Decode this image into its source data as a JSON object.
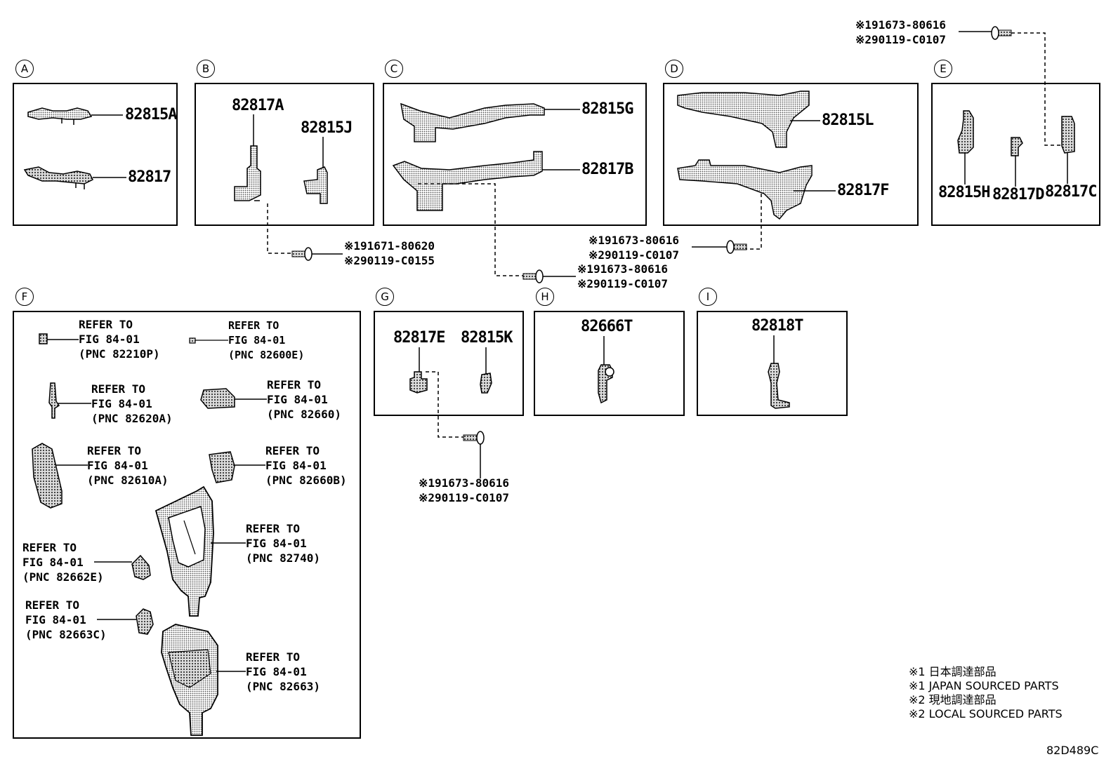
{
  "sections": {
    "A": "A",
    "B": "B",
    "C": "C",
    "D": "D",
    "E": "E",
    "F": "F",
    "G": "G",
    "H": "H",
    "I": "I"
  },
  "parts": {
    "p82815A": "82815A",
    "p82817": "82817",
    "p82817A": "82817A",
    "p82815J": "82815J",
    "p82815G": "82815G",
    "p82817B": "82817B",
    "p82815L": "82815L",
    "p82817F": "82817F",
    "p82815H": "82815H",
    "p82817D": "82817D",
    "p82817C": "82817C",
    "p82817E": "82817E",
    "p82815K": "82815K",
    "p82666T": "82666T",
    "p82818T": "82818T"
  },
  "screws": {
    "top_e": [
      "※191673-80616",
      "※290119-C0107"
    ],
    "b": [
      "※191671-80620",
      "※290119-C0155"
    ],
    "d": [
      "※191673-80616",
      "※290119-C0107"
    ],
    "c": [
      "※191673-80616",
      "※290119-C0107"
    ],
    "g": [
      "※191673-80616",
      "※290119-C0107"
    ]
  },
  "refs": {
    "r1": [
      "REFER TO",
      "FIG 84-01",
      "(PNC 82210P)"
    ],
    "r2": [
      "REFER TO",
      "FIG 84-01",
      "(PNC 82600E)"
    ],
    "r3": [
      "REFER TO",
      "FIG 84-01",
      "(PNC 82620A)"
    ],
    "r4": [
      "REFER TO",
      "FIG 84-01",
      "(PNC 82660)"
    ],
    "r5": [
      "REFER TO",
      "FIG 84-01",
      "(PNC 82610A)"
    ],
    "r6": [
      "REFER TO",
      "FIG 84-01",
      "(PNC 82660B)"
    ],
    "r7": [
      "REFER TO",
      "FIG 84-01",
      "(PNC 82740)"
    ],
    "r8": [
      "REFER TO",
      "FIG 84-01",
      "(PNC 82662E)"
    ],
    "r9": [
      "REFER TO",
      "FIG 84-01",
      "(PNC 82663C)"
    ],
    "r10": [
      "REFER TO",
      "FIG 84-01",
      "(PNC 82663)"
    ]
  },
  "legend": [
    "※1 日本調達部品",
    "※1 JAPAN SOURCED PARTS",
    "※2 現地調達部品",
    "※2 LOCAL SOURCED PARTS"
  ],
  "diagram_code": "82D489C"
}
